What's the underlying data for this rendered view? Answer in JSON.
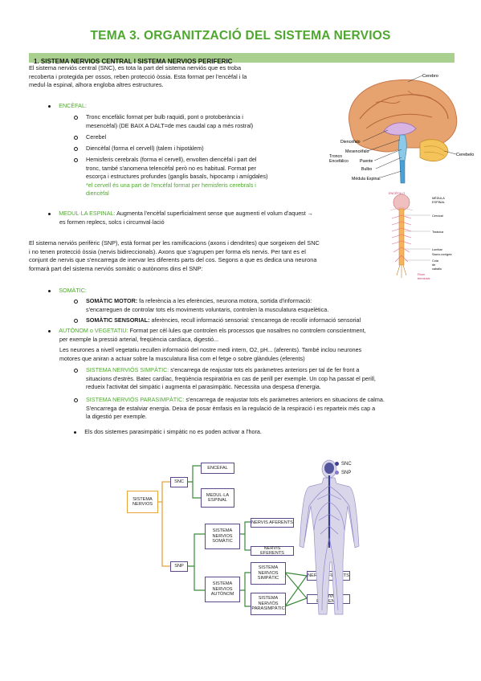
{
  "title": "TEMA 3. ORGANITZACIÓ DEL SISTEMA NERVIOS",
  "section1": "1. SISTEMA NERVIOS CENTRAL I SISTEMA NERVIOS PERIFERIC",
  "intro": [
    "El sistema nerviós central (SNC), es tota la part del sistema nerviós que es troba",
    "recoberta i protegida per ossos, reben protecció òssia. Esta format per l'encèfal i la",
    "medul·la espinal, alhora engloba altres estructures."
  ],
  "encefal": {
    "label": "ENCÈFAL:",
    "items": [
      [
        "Tronc encefàlic format per bulb raquidi, pont o protoberància i",
        "mesencèfal) (DE BAIX A DALT=de mes caudal cap a més rostral)"
      ],
      [
        "Cerebel"
      ],
      [
        "Diencèfal (forma el cervell) (talem i hipotàlem)"
      ],
      [
        "Hemisferis cerebrals (forma el cervell), envolten diencèfal i part del",
        "tronc, també s'anomena telencèfal però no es habitual. Format per",
        "escorça i estructures profundes (ganglis basals, hipocamp i amígdales)"
      ]
    ],
    "note": [
      "*el cervell és una part de l'encèfal format per hemisferis cerebrals i",
      "diencèfal"
    ]
  },
  "medula": {
    "label": "MEDUL·LA ESPINAL:",
    "text": " Augmenta l'encèfal superficialment sense que augmenti el volum d'aquest →",
    "text2": "es formen replecs, solcs i circumval·lació"
  },
  "snp_intro": [
    "El sistema nerviós perifèric (SNP), està format per les ramificacions (axons i dendrites) que sorgeixen del SNC",
    "i no tenen protecció òssia (nervis bidireccionals). Axons que s'agrupen per forma els nervis. Per tant es el",
    "conjunt de nervis que s'encarrega de inervar les diferents parts del cos. Segons a que es dedica una neurona",
    "formarà part del sistema nerviós somàtic o autònoms dins el SNP:"
  ],
  "somatic": {
    "label": "SOMÀTIC:",
    "motor_label": "SOMÀTIC MOTOR:",
    "motor_text": " fa referència a les eferències, neurona motora, sortida d'informació:",
    "motor_text2": "s'encarreguen de controlar tots els moviments voluntaris, controlen la musculatura esquelètica.",
    "sens_label": "SOMÀTIC SENSORIAL:",
    "sens_text": " aferències, recull informació sensorial: s'encarrega de recollir informació sensorial"
  },
  "autonom": {
    "label": "AUTÒNOM o VEGETATIU:",
    "text": " Format per cèl·lules que controlen els processos que nosaltres no controlem conscientment,",
    "text2": "per exemple la pressió arterial, freqüència cardíaca, digestió...",
    "p1": "Les neurones a nivell vegetatiu recullen informació del nostre medi intern, O2, pH... (aferents). També inclou neurones",
    "p2": "motores que aniran a actuar sobre la musculatura llisa com el fetge o sobre glàndules (eferents)",
    "simp_label": "SISTEMA NERVIÓS SIMPÀTIC:",
    "simp_text": " s'encarrega de reajustar tots els paràmetres anteriors per tal de fer front a",
    "simp_text2": "situacions d'estrès. Batec cardíac, freqüència respiratòria en cas de perill per exemple. Un cop ha passat el perill,",
    "simp_text3": "redueix l'activitat del simpàtic i augmenta el parasimpàtic. Necessita una despesa d'energia.",
    "para_label": "SISTEMA NERVIÓS PARASIMPÀTIC:",
    "para_text": " s'encarrega de reajustar tots els paràmetres anteriors en situacions de calma.",
    "para_text2": "S'encarrega de estalviar energia. Deixa de posar èmfasis en la regulació de la respiració i es reparteix més cap a",
    "para_text3": "la digestió per exemple.",
    "both": "Els dos sistemes parasimpàtic i simpàtic no es poden activar a l'hora."
  },
  "brain_labels": {
    "cerebro": "Cerebro",
    "diencefalo": "Diencéfalo",
    "mesencefalo": "Mesencéfalo",
    "tronco": "Tronco\nEncefálico",
    "puente": "Puente",
    "bulbo": "Bulbo",
    "cerebelo": "Cerebelo",
    "medula": "Médula Espinal"
  },
  "spine_labels": {
    "encefalo": "ENCÉFALO",
    "medula": "MÉDULA\nESPINAL",
    "cervical": "Cervical",
    "toracica": "Torácica",
    "lumbar": "Lumbar",
    "sacro": "Sacro-coxígea",
    "cola": "Cola\nde\ncaballo",
    "filum": "Filum\nterminale"
  },
  "diagram": {
    "root": "SISTEMA\nNERVIOS",
    "snc": "SNC",
    "snp": "SNP",
    "encefal": "ENCÈFAL",
    "medula": "MEDUL·LA\nESPINAL",
    "somatic": "SISTEMA\nNERVIOS\nSOMÀTIC",
    "autonom": "SISTEMA\nNERVIOS\nAUTÒNOM",
    "aferents": "NERVIS AFERENTS",
    "eferents": "NERVIS EFERENTS",
    "simpatic": "SISTEMA\nNERVIOS\nSIMPÀTIC",
    "parasimpatic": "SISTEMA\nNERVIÓS\nPARASIMPÀTIC",
    "aferents2": "NERVIS AFERENTS",
    "eferents2": "NERVIS EFERENTS",
    "legend_snc": "SNC",
    "legend_snp": "SNP"
  },
  "colors": {
    "green": "#4ea72e",
    "bar": "#a9d08e",
    "box_border": "#5a4a8a",
    "root_border": "#e8a33b",
    "snc": "#3b3f8f",
    "snp": "#8a7ac8"
  }
}
